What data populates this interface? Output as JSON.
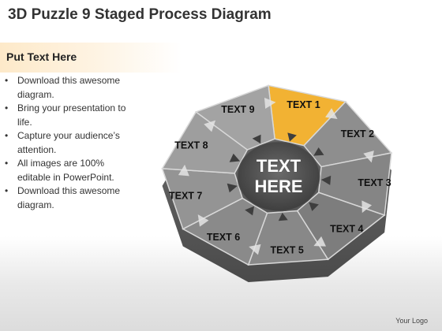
{
  "slide": {
    "title": "3D Puzzle 9 Staged Process Diagram",
    "subheading": "Put Text Here",
    "bullets": [
      "Download this awesome diagram.",
      "Bring your presentation to life.",
      "Capture your audience’s attention.",
      "All images are 100% editable in PowerPoint.",
      "Download this awesome diagram."
    ],
    "logo": "Your Logo"
  },
  "diagram": {
    "center_line1": "TEXT",
    "center_line2": "HERE",
    "highlight_color": "#f2b233",
    "segment_color": "#8c8c8c",
    "stages": [
      "TEXT 1",
      "TEXT 2",
      "TEXT 3",
      "TEXT 4",
      "TEXT 5",
      "TEXT 6",
      "TEXT 7",
      "TEXT 8",
      "TEXT 9"
    ]
  }
}
